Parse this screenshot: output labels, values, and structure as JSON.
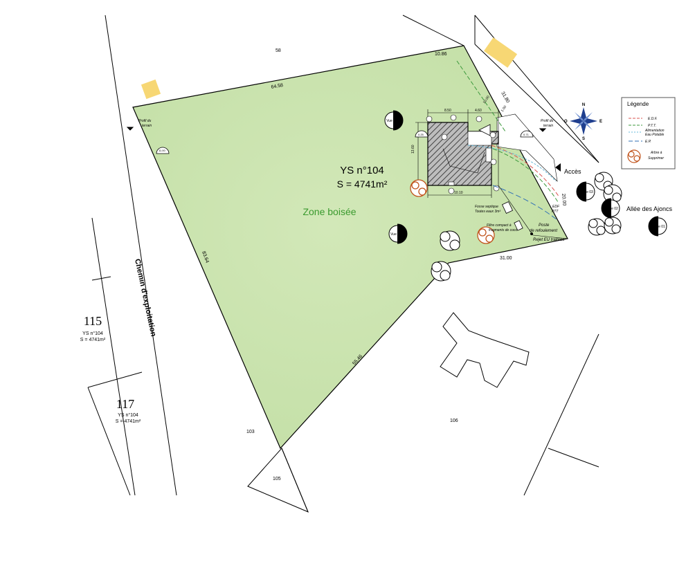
{
  "parcel": {
    "id": "YS n°104",
    "area": "S = 4741m²",
    "zone_label": "Zone boisée",
    "dims": {
      "north": "64.58",
      "north_east_top": "10.86",
      "east_upper": "31.80",
      "east_lower": "20.00",
      "south_east": "31.00",
      "south_west": "55.46",
      "west": "83.64"
    }
  },
  "neighbors": {
    "n58": "58",
    "n103": "103",
    "n105": "105",
    "n106": "106"
  },
  "lots": {
    "lot115": {
      "num": "115",
      "id": "YS n°104",
      "area": "S = 4741m²"
    },
    "lot117": {
      "num": "117",
      "id": "YS n°104",
      "area": "S = 4741m²"
    }
  },
  "road": {
    "chemin": "Chemin d'exploitation",
    "allee": "Allée des Ajoncs",
    "acces": "Accès"
  },
  "views": {
    "v01": "Vue 01",
    "v02": "Vue 02",
    "v03": "Vue 03",
    "v04": "Vue 04",
    "v05": "Vue 05"
  },
  "profiles": {
    "left_line1": "Profil du",
    "left_line2": "terrain",
    "right_line1": "Profil du",
    "right_line2": "terrain"
  },
  "levels": {
    "l1": "11.00",
    "l2": "0.25",
    "l3": "0.71"
  },
  "house_dims": {
    "top_a": "8.50",
    "top_b": "4.60",
    "left": "13.60",
    "bottom": "10.10",
    "east_a": "10.00",
    "east_b": "1.00"
  },
  "annotations": {
    "fosse_1": "Fosse septique",
    "fosse_2": "Toutes eaux 3m³",
    "filtre_1": "Filtre compact à",
    "filtre_2": "fragments de coco",
    "poste_1": "Poste",
    "poste_2": "de refoulement",
    "rejet": "Rejet EU traitées",
    "edf_1": "EDF",
    "edf_2": "PTT"
  },
  "legend": {
    "title": "Légende",
    "items": [
      {
        "label": "E.D.F.",
        "color": "#d9534f"
      },
      {
        "label": "P.T.T.",
        "color": "#3c9a3c"
      },
      {
        "label": "Alimentation",
        "color": "#66b8d8"
      },
      {
        "label": "Eau Potable",
        "color": "#66b8d8"
      },
      {
        "label": "E.P.",
        "color": "#2f6fb5"
      },
      {
        "label": "Arbre à",
        "color": "#c0521a"
      },
      {
        "label": "Supprimer",
        "color": "#c0521a"
      }
    ]
  },
  "compass": {
    "n": "N",
    "s": "S",
    "e": "E",
    "o": "O"
  },
  "colors": {
    "parcel_fill": "#c6e2aa",
    "zone_text": "#3a9a2e",
    "building_hatch": "#555555",
    "tree_remove": "#c0521a",
    "tile_yellow": "#f7d774"
  }
}
